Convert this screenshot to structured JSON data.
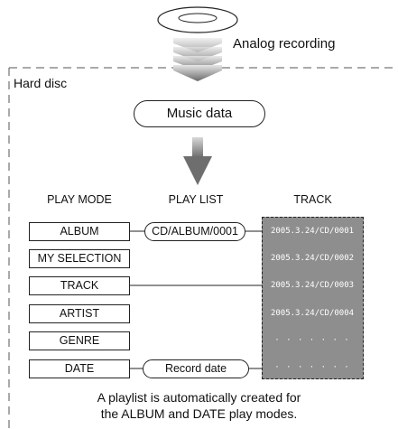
{
  "top": {
    "recording_label": "Analog recording"
  },
  "disc": {
    "label": "Hard disc"
  },
  "music_data": {
    "label": "Music data"
  },
  "columns": {
    "play_mode": "PLAY MODE",
    "play_list": "PLAY LIST",
    "track": "TRACK"
  },
  "play_modes": [
    "ALBUM",
    "MY SELECTION",
    "TRACK",
    "ARTIST",
    "GENRE",
    "DATE"
  ],
  "playlists": [
    "CD/ALBUM/0001",
    "Record date"
  ],
  "tracks": [
    "2005.3.24/CD/0001",
    "2005.3.24/CD/0002",
    "2005.3.24/CD/0003",
    "2005.3.24/CD/0004",
    "· · · · · · ·",
    "· · · · · · ·"
  ],
  "caption": {
    "line1": "A playlist is automatically created for",
    "line2": "the ALBUM and DATE play modes."
  }
}
